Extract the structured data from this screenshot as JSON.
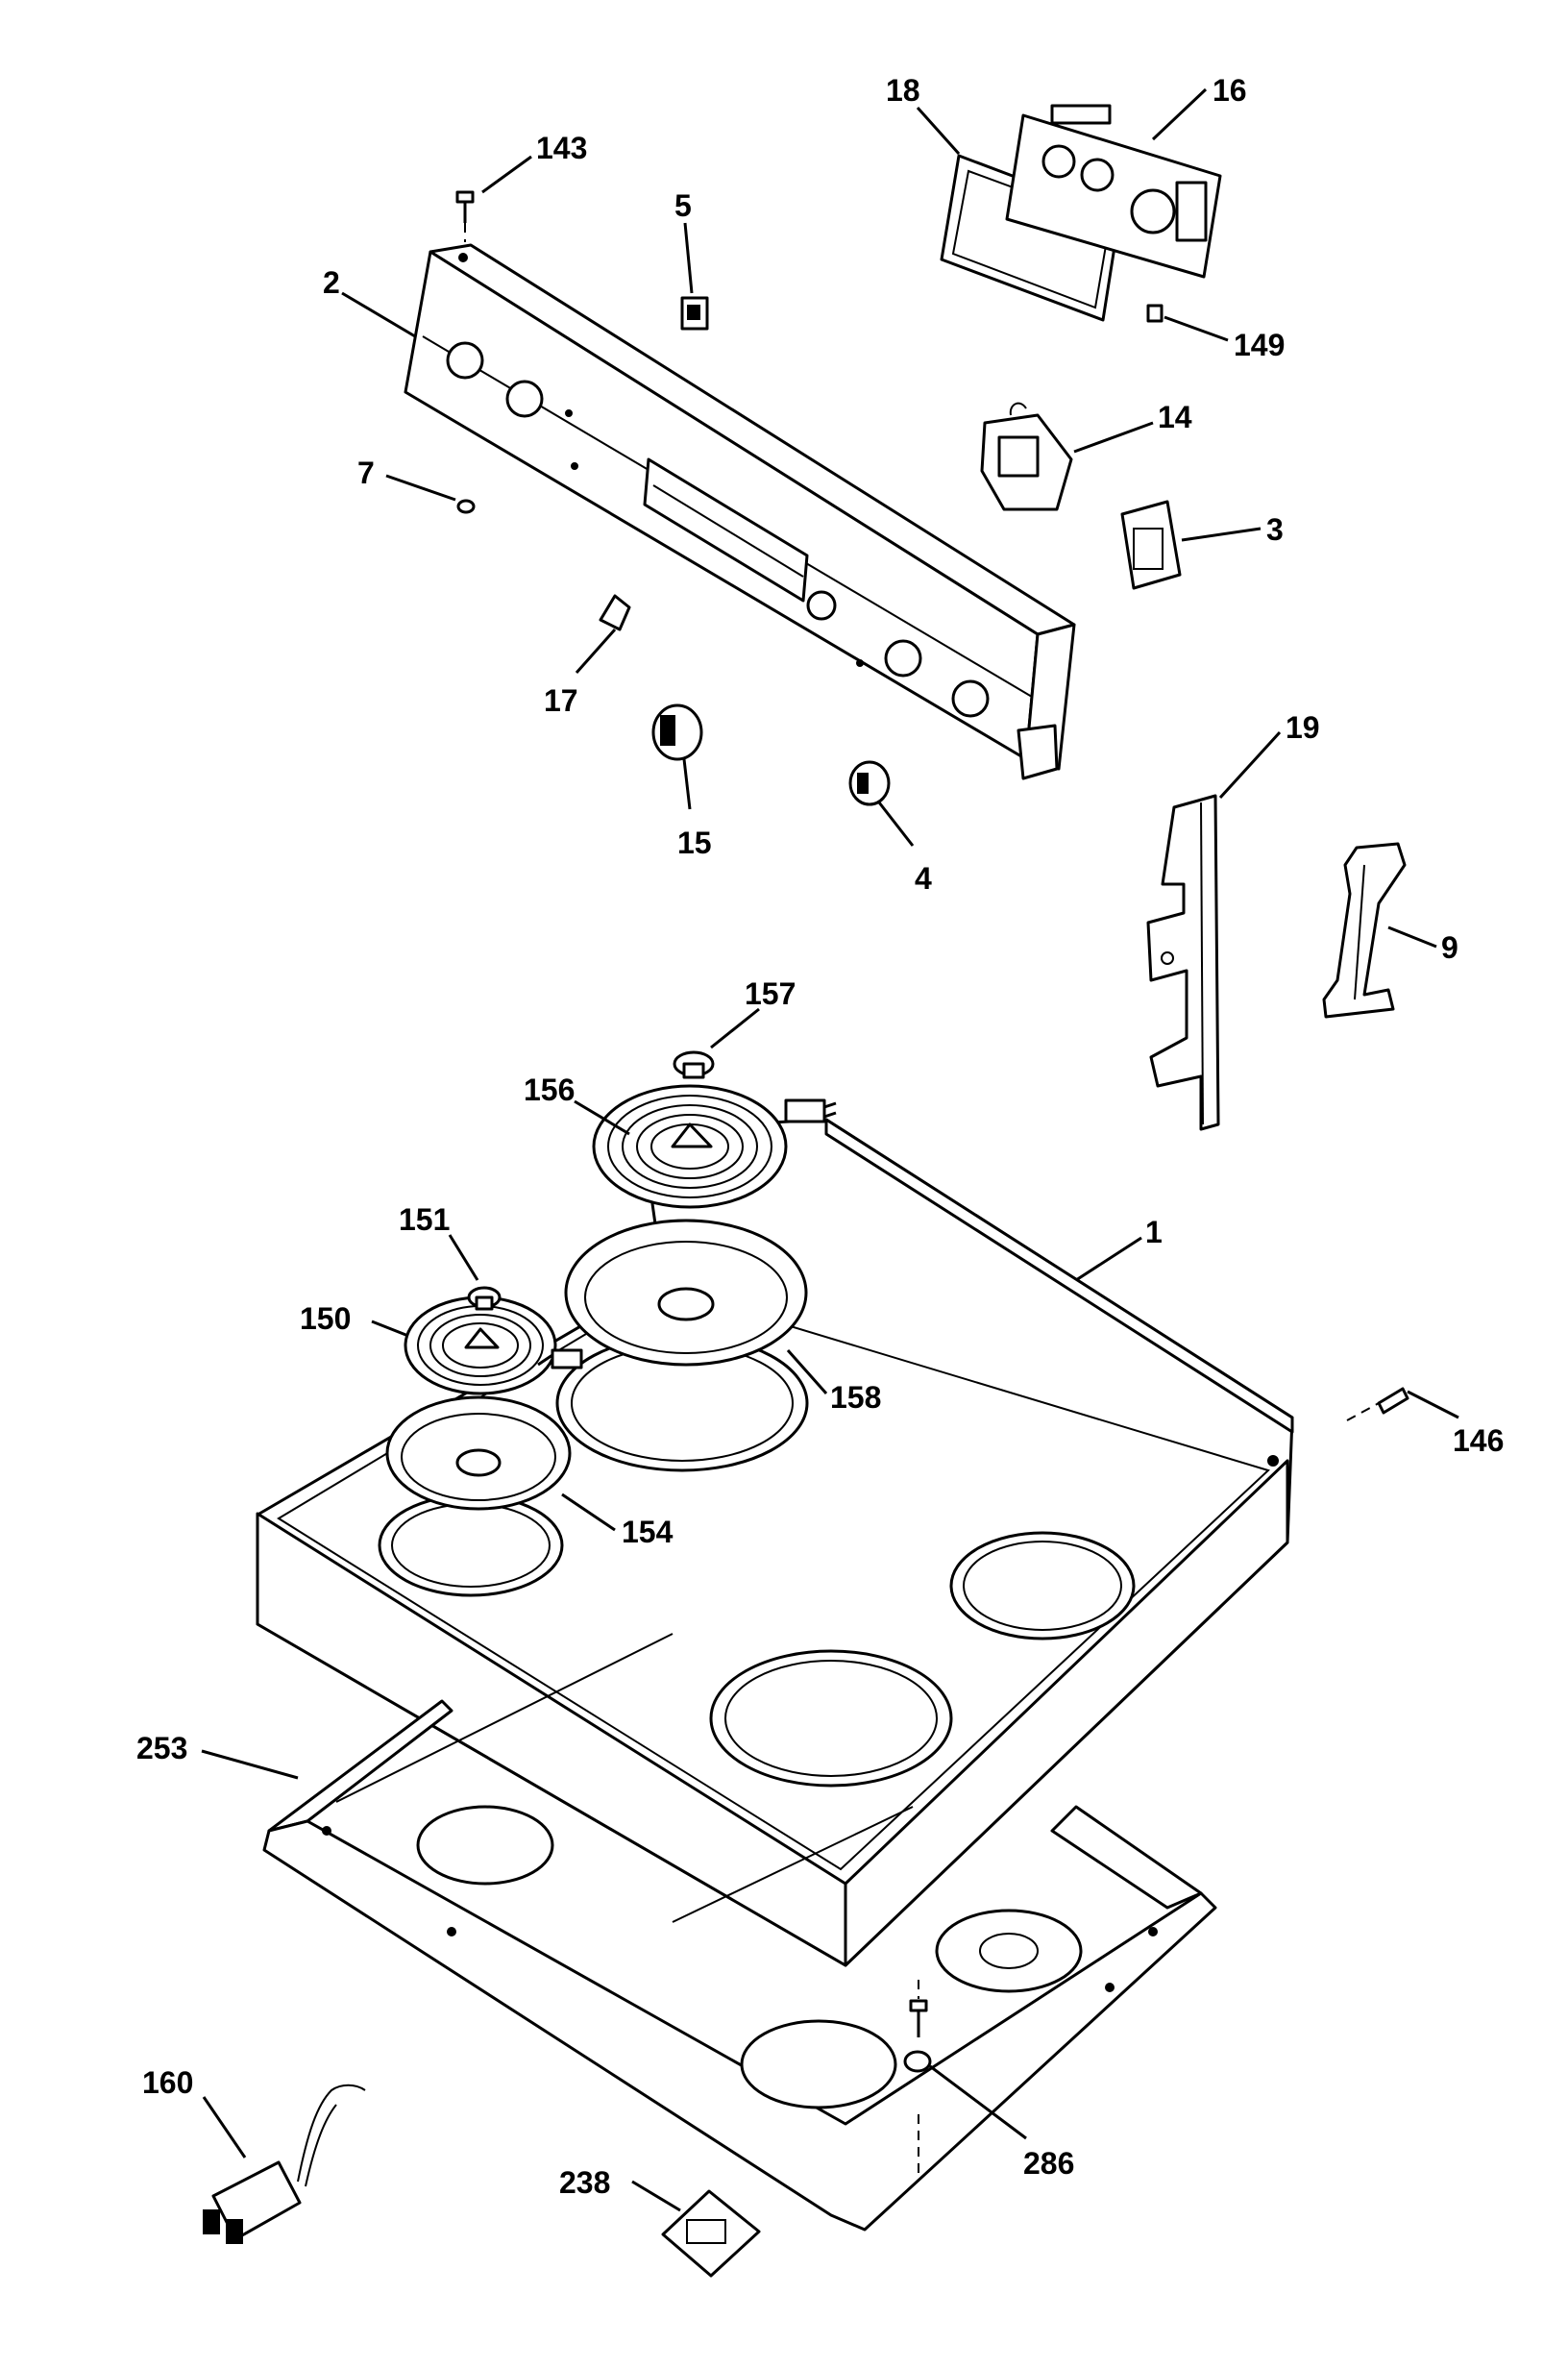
{
  "diagram": {
    "callouts": [
      {
        "id": "lbl-143",
        "text": "143"
      },
      {
        "id": "lbl-2",
        "text": "2"
      },
      {
        "id": "lbl-5",
        "text": "5"
      },
      {
        "id": "lbl-18",
        "text": "18"
      },
      {
        "id": "lbl-16",
        "text": "16"
      },
      {
        "id": "lbl-149",
        "text": "149"
      },
      {
        "id": "lbl-14",
        "text": "14"
      },
      {
        "id": "lbl-3",
        "text": "3"
      },
      {
        "id": "lbl-7",
        "text": "7"
      },
      {
        "id": "lbl-17",
        "text": "17"
      },
      {
        "id": "lbl-15",
        "text": "15"
      },
      {
        "id": "lbl-4",
        "text": "4"
      },
      {
        "id": "lbl-19",
        "text": "19"
      },
      {
        "id": "lbl-9",
        "text": "9"
      },
      {
        "id": "lbl-157",
        "text": "157"
      },
      {
        "id": "lbl-156",
        "text": "156"
      },
      {
        "id": "lbl-151",
        "text": "151"
      },
      {
        "id": "lbl-1",
        "text": "1"
      },
      {
        "id": "lbl-150",
        "text": "150"
      },
      {
        "id": "lbl-158",
        "text": "158"
      },
      {
        "id": "lbl-146",
        "text": "146"
      },
      {
        "id": "lbl-154",
        "text": "154"
      },
      {
        "id": "lbl-253",
        "text": "253"
      },
      {
        "id": "lbl-160",
        "text": "160"
      },
      {
        "id": "lbl-286",
        "text": "286"
      },
      {
        "id": "lbl-238",
        "text": "238"
      }
    ]
  }
}
